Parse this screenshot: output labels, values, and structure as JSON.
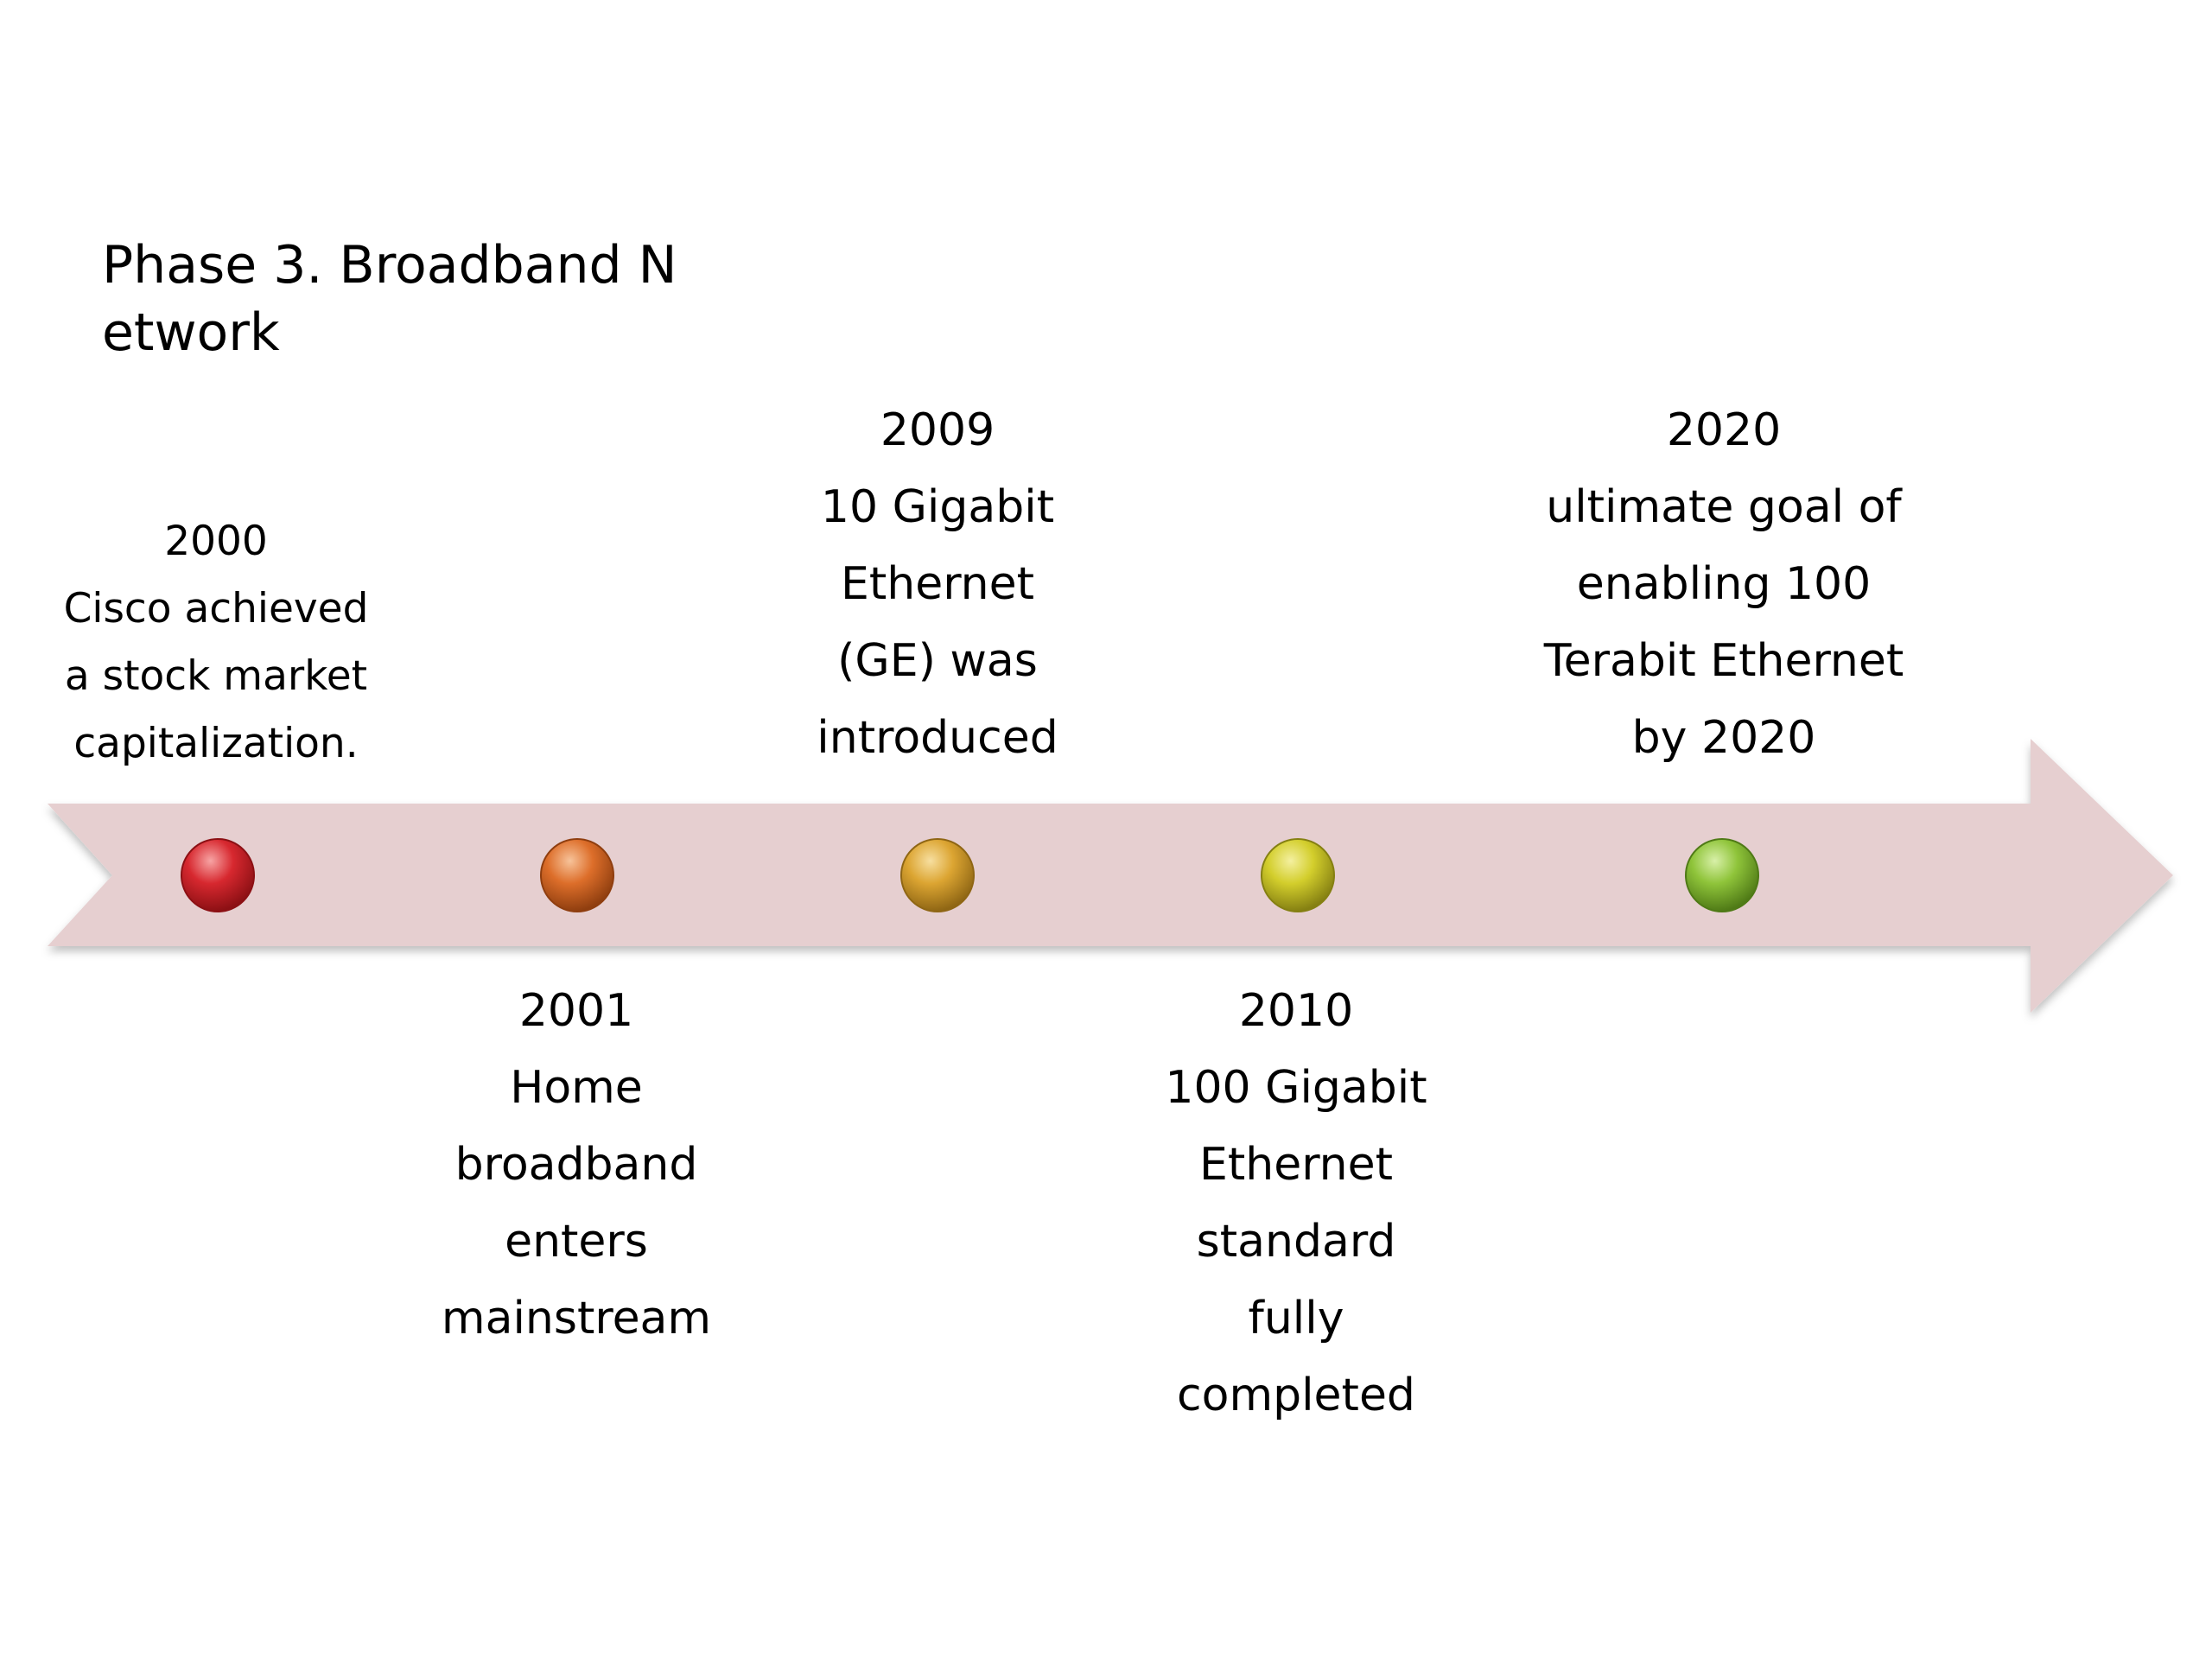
{
  "title": "Phase 3. Broadband N etwork",
  "colors": {
    "arrow": "#e6cfd0",
    "dot_2000": "#d7282f",
    "dot_2001": "#dd6e2a",
    "dot_2009": "#dca532",
    "dot_2010": "#d3ce2c",
    "dot_2020": "#8fc43a"
  },
  "events": [
    {
      "year": "2000",
      "lines": [
        "Cisco achieved",
        "a stock market",
        "capitalization."
      ],
      "position": "above"
    },
    {
      "year": "2001",
      "lines": [
        "Home",
        "broadband",
        "enters",
        "mainstream"
      ],
      "position": "below"
    },
    {
      "year": "2009",
      "lines": [
        "10 Gigabit",
        "Ethernet",
        "(GE) was",
        "introduced"
      ],
      "position": "above"
    },
    {
      "year": "2010",
      "lines": [
        "100 Gigabit",
        "Ethernet",
        "standard",
        "fully",
        "completed"
      ],
      "position": "below"
    },
    {
      "year": "2020",
      "lines": [
        "ultimate goal of",
        "enabling 100",
        "Terabit Ethernet",
        "by 2020"
      ],
      "position": "above"
    }
  ]
}
